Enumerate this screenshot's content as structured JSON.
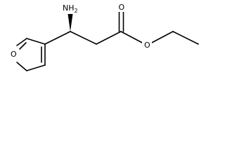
{
  "molecule": {
    "atom_labels": {
      "amine": "NH",
      "amine_subscript": "2",
      "carbonyl_oxygen": "O",
      "ester_oxygen": "O",
      "ring_oxygen": "O"
    },
    "colors": {
      "bond": "#000000",
      "text": "#000000",
      "background": "#ffffff"
    }
  }
}
